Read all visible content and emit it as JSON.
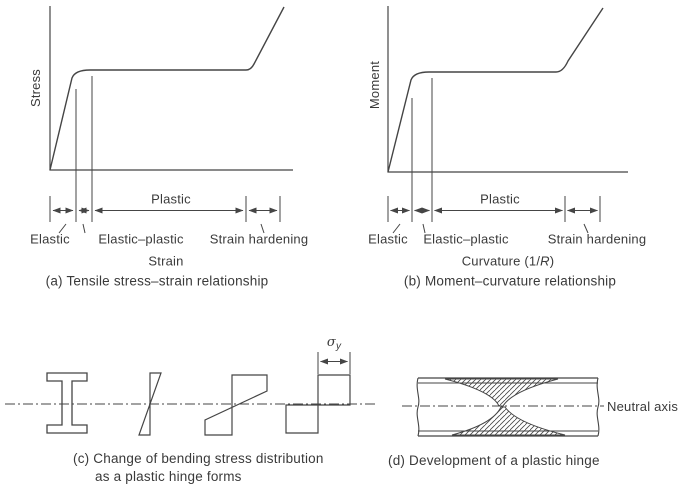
{
  "colors": {
    "ink": "#454545",
    "text": "#3a3a3a",
    "background": "#ffffff"
  },
  "panel_a": {
    "y_axis_label": "Stress",
    "x_axis_label": "Strain",
    "plastic_label": "Plastic",
    "elastic_label": "Elastic",
    "elastic_plastic_label": "Elastic–plastic",
    "strain_hardening_label": "Strain hardening",
    "caption": "(a) Tensile stress–strain relationship"
  },
  "panel_b": {
    "y_axis_label": "Moment",
    "x_axis_label_pre": "Curvature (1/",
    "x_axis_label_var": "R",
    "x_axis_label_post": ")",
    "plastic_label": "Plastic",
    "elastic_label": "Elastic",
    "elastic_plastic_label": "Elastic–plastic",
    "strain_hardening_label": "Strain hardening",
    "caption": "(b) Moment–curvature relationship"
  },
  "panel_c": {
    "yield_stress_symbol": "σ",
    "yield_stress_subscript": "y",
    "caption_line1": "(c) Change of bending stress distribution",
    "caption_line2": "as a plastic hinge forms"
  },
  "panel_d": {
    "neutral_axis_label": "Neutral axis",
    "caption": "(d) Development of a plastic hinge"
  },
  "chart_data": [
    {
      "type": "line",
      "title": "(a) Tensile stress–strain relationship",
      "xlabel": "Strain",
      "ylabel": "Stress",
      "x_regions": [
        "Elastic",
        "Elastic–plastic",
        "Plastic",
        "Strain hardening"
      ],
      "curve_norm_points": [
        [
          0.0,
          0.0
        ],
        [
          0.09,
          0.56
        ],
        [
          0.17,
          0.62
        ],
        [
          0.81,
          0.62
        ],
        [
          0.96,
          1.0
        ]
      ],
      "description": "Linear elastic rise, rounded yield knee, long yield plateau, then strain-hardening rise"
    },
    {
      "type": "line",
      "title": "(b) Moment–curvature relationship",
      "xlabel": "Curvature (1/R)",
      "ylabel": "Moment",
      "x_regions": [
        "Elastic",
        "Elastic–plastic",
        "Plastic",
        "Strain hardening"
      ],
      "curve_norm_points": [
        [
          0.0,
          0.0
        ],
        [
          0.1,
          0.56
        ],
        [
          0.18,
          0.61
        ],
        [
          0.7,
          0.61
        ],
        [
          0.9,
          1.0
        ]
      ],
      "description": "Linear elastic rise, rounded yield knee, plateau, then strain-hardening rise"
    }
  ]
}
